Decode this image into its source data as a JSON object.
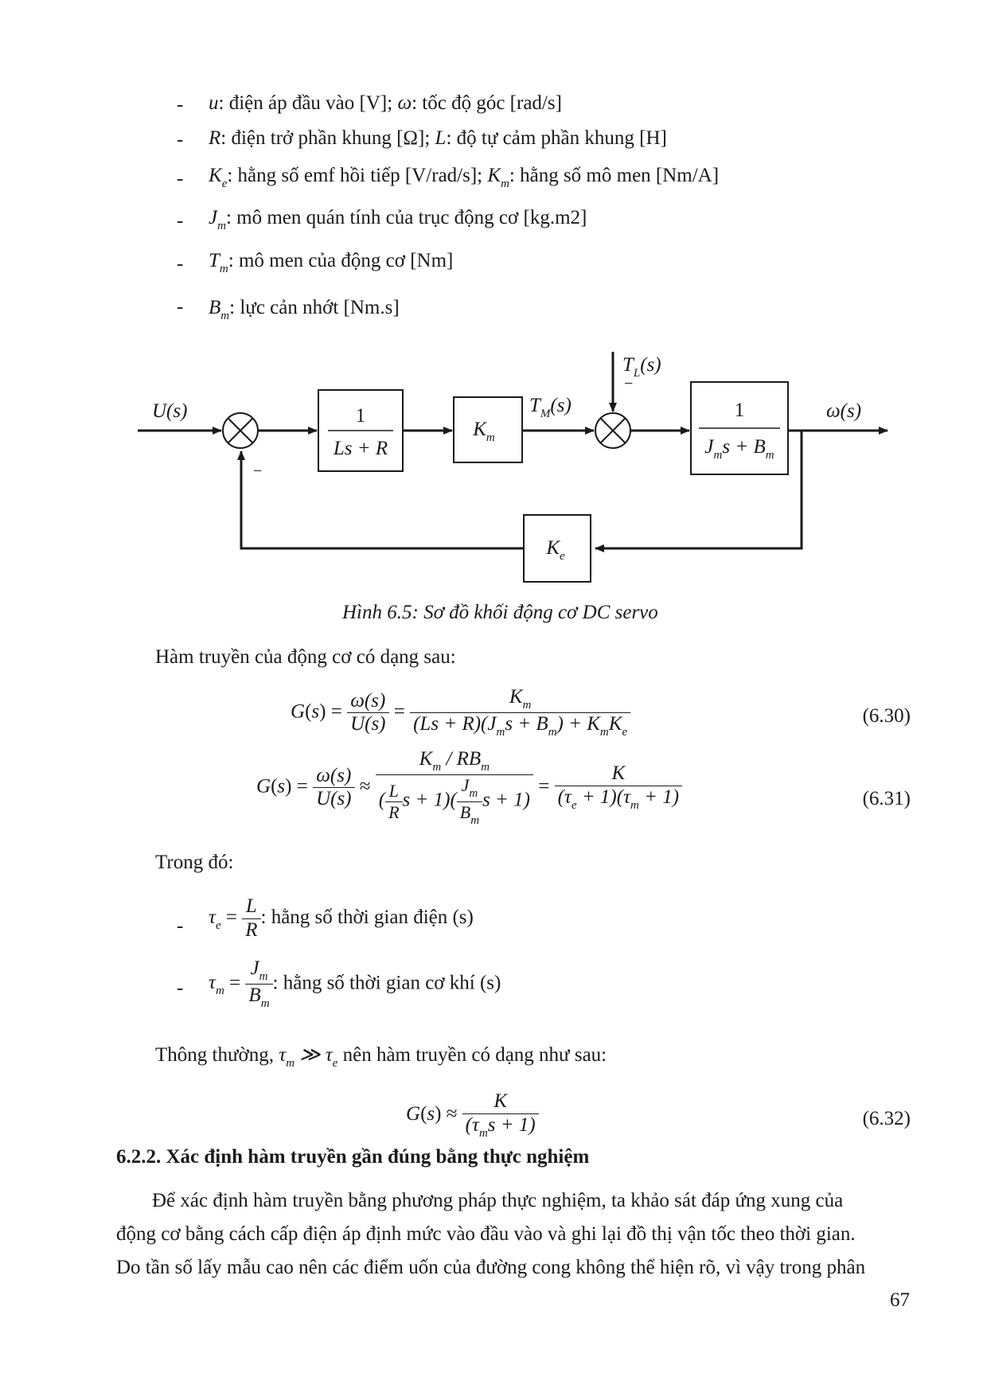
{
  "symbol_list": [
    {
      "sym": "u",
      "text": ": điện áp đầu vào [V]; ",
      "sym2": "ω",
      "text2": ": tốc độ góc [rad/s]"
    },
    {
      "sym": "R",
      "text": ": điện trở phần khung [Ω]; ",
      "sym2": "L",
      "text2": ": độ tự cảm phần khung [H]"
    },
    {
      "sym": "K",
      "sub": "e",
      "text": ": hằng số emf hồi tiếp [V/rad/s]; ",
      "sym2": "K",
      "sub2": "m",
      "text2": ": hằng số mô men [Nm/A]"
    },
    {
      "sym": "J",
      "sub": "m",
      "text": ": mô men quán tính của trục động cơ [kg.m2]"
    },
    {
      "sym": "T",
      "sub": "m",
      "text": ": mô men của động cơ [Nm]"
    },
    {
      "sym": "B",
      "sub": "m",
      "text": ": lực cản nhớt [Nm.s]"
    }
  ],
  "diagram": {
    "input": "U(s)",
    "block1_num": "1",
    "block1_den": "Ls + R",
    "block2": "K",
    "block2_sub": "m",
    "torque": "T",
    "torque_sub": "M",
    "torque_arg": "(s)",
    "disturbance": "T",
    "disturbance_sub": "L",
    "disturbance_arg": "(s)",
    "block3_num": "1",
    "block3_den_a": "J",
    "block3_den_a_sub": "m",
    "block3_den_b": "s + B",
    "block3_den_b_sub": "m",
    "output": "ω(s)",
    "feedback": "K",
    "feedback_sub": "e",
    "minus1": "−",
    "minus2": "−"
  },
  "caption": "Hình 6.5: Sơ đồ khối động cơ DC servo",
  "intro": "Hàm truyền của động cơ có dạng sau:",
  "eq_numbers": [
    "(6.30)",
    "(6.31)",
    "(6.32)"
  ],
  "trong_do": "Trong đó:",
  "tau_e_text": ": hằng số thời gian điện (s)",
  "tau_m_text": ": hằng số thời gian cơ khí (s)",
  "thong_thuong_a": "Thông thường, ",
  "thong_thuong_b": " nên hàm truyền có dạng như sau:",
  "section_heading": "6.2.2. Xác định hàm truyền gần đúng bằng thực nghiệm",
  "paragraph": [
    "Để xác định hàm truyền bằng phương pháp thực nghiệm, ta khảo sát đáp ứng xung của",
    "động cơ bằng cách cấp điện áp định mức vào đầu vào và ghi lại đồ thị vận tốc theo thời gian.",
    "Do tần số lấy mẫu cao nên các điểm uốn của đường cong không thể hiện rõ, vì vậy trong phân"
  ],
  "page_number": "67"
}
